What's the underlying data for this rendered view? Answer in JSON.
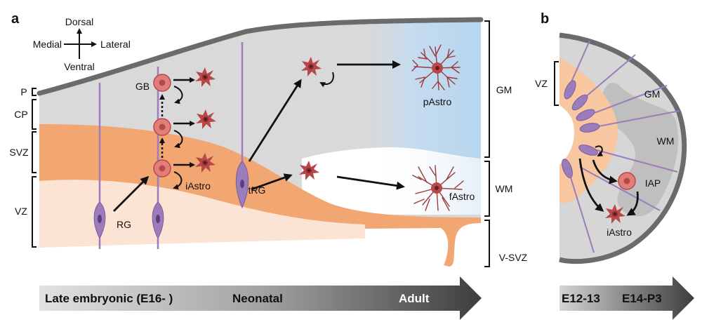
{
  "panels": {
    "a": "a",
    "b": "b"
  },
  "orientation": {
    "dorsal": "Dorsal",
    "ventral": "Ventral",
    "medial": "Medial",
    "lateral": "Lateral"
  },
  "zones_left": {
    "p": "P",
    "cp": "CP",
    "svz": "SVZ",
    "vz": "VZ"
  },
  "zones_right": {
    "gm": "GM",
    "wm": "WM",
    "vsvz": "V-SVZ"
  },
  "cells": {
    "gb": "GB",
    "rg": "RG",
    "iastro": "iAstro",
    "trg": "tRG",
    "pastro": "pAstro",
    "fastro": "fAstro"
  },
  "timeline_a": {
    "t1": "Late embryonic (E16- )",
    "t2": "Neonatal",
    "t3": "Adult"
  },
  "panel_b": {
    "vz": "VZ",
    "gm": "GM",
    "wm": "WM",
    "iap": "IAP",
    "iastro": "iAstro"
  },
  "timeline_b": {
    "t1": "E12-13",
    "t2": "E14-P3"
  },
  "colors": {
    "grey": "#d9d9d9",
    "orange": "#f2a672",
    "peach": "#fbe4d3",
    "blue": "#b9d7ee",
    "purple": "#9b7dbc",
    "astro": "#b8474a",
    "outline": "#707070"
  }
}
